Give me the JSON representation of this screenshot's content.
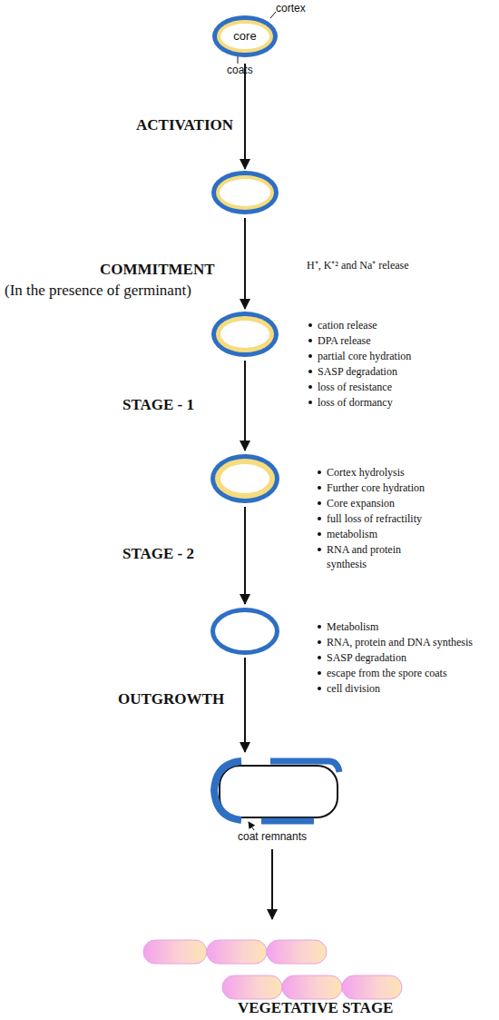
{
  "diagram": {
    "nodes": [
      {
        "text": [
          "core"
        ]
      }
    ],
    "labels": [
      "cortex",
      "coats",
      "ACTIVATION",
      "COMMITMENT",
      "(In the presence of germinant)",
      "H⁺, K⁺² and Na⁺ release",
      "STAGE - 1",
      "cation release",
      "DPA release",
      "partial core hydration",
      "SASP degradation",
      "loss of resistance",
      "loss of dormancy",
      "STAGE - 2",
      "Cortex hydrolysis",
      "Further core hydration",
      "Core expansion",
      "full loss of refractility",
      "metabolism",
      "RNA and protein synthesis",
      "OUTGROWTH",
      "Metabolism",
      "RNA, protein and DNA synthesis",
      "SASP degradation",
      "escape from the spore coats",
      "cell division",
      "coat remnants",
      "VEGETATIVE STAGE"
    ]
  }
}
